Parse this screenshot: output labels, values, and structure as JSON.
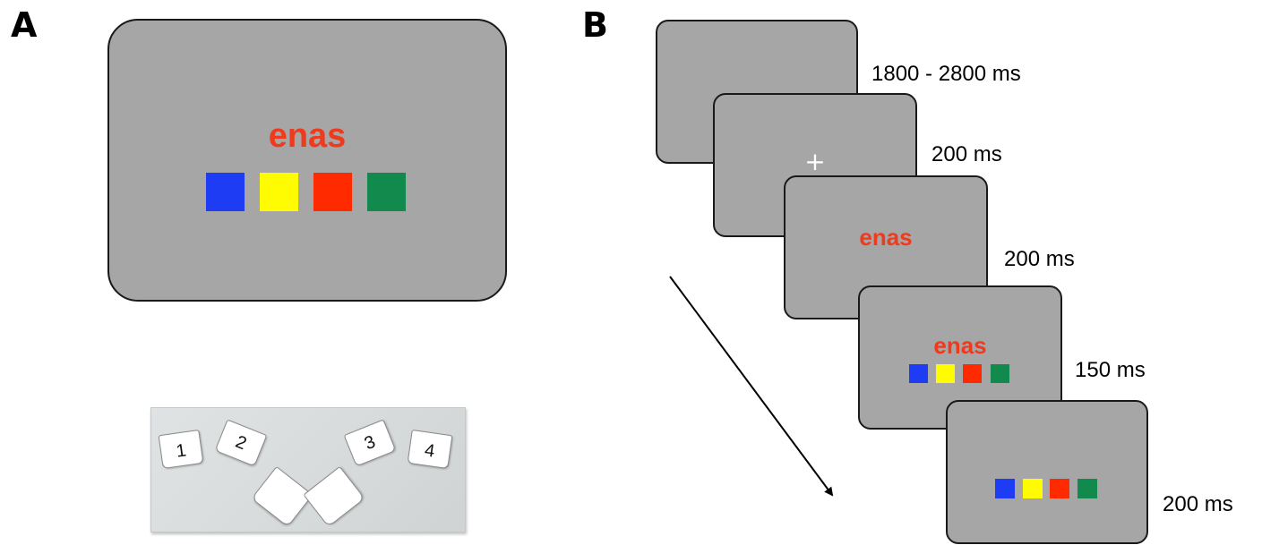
{
  "panels": {
    "a_label": "A",
    "b_label": "B"
  },
  "stimulus": {
    "word": "enas",
    "word_color": "#ee3a1d",
    "screen_color": "#a6a6a6",
    "color_squares": [
      "#1f3cf5",
      "#fffb00",
      "#ff2a00",
      "#128a4e"
    ]
  },
  "fixation": "+",
  "keys": [
    "1",
    "2",
    "3",
    "4"
  ],
  "timeline": {
    "durations": [
      "1800 - 2800 ms",
      "200 ms",
      "200 ms",
      "150 ms",
      "200 ms"
    ]
  }
}
